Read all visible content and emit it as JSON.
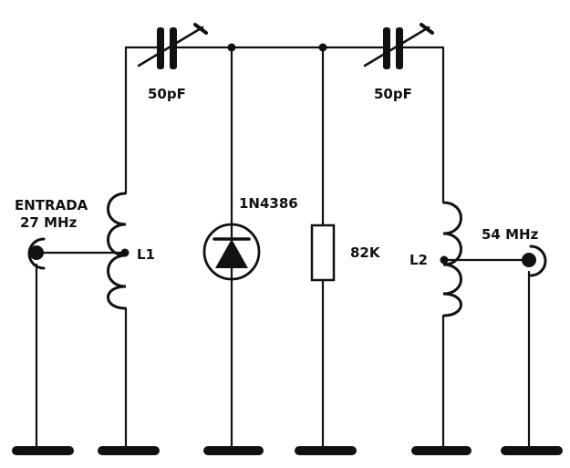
{
  "labels": {
    "cap_left": "50pF",
    "cap_right": "50pF",
    "input_title": "ENTRADA",
    "input_freq": "27 MHz",
    "coil_left": "L1",
    "diode": "1N4386",
    "resistor": "82K",
    "coil_right": "L2",
    "output_freq": "54 MHz"
  },
  "colors": {
    "ink": "#111111",
    "paper": "#ffffff"
  }
}
